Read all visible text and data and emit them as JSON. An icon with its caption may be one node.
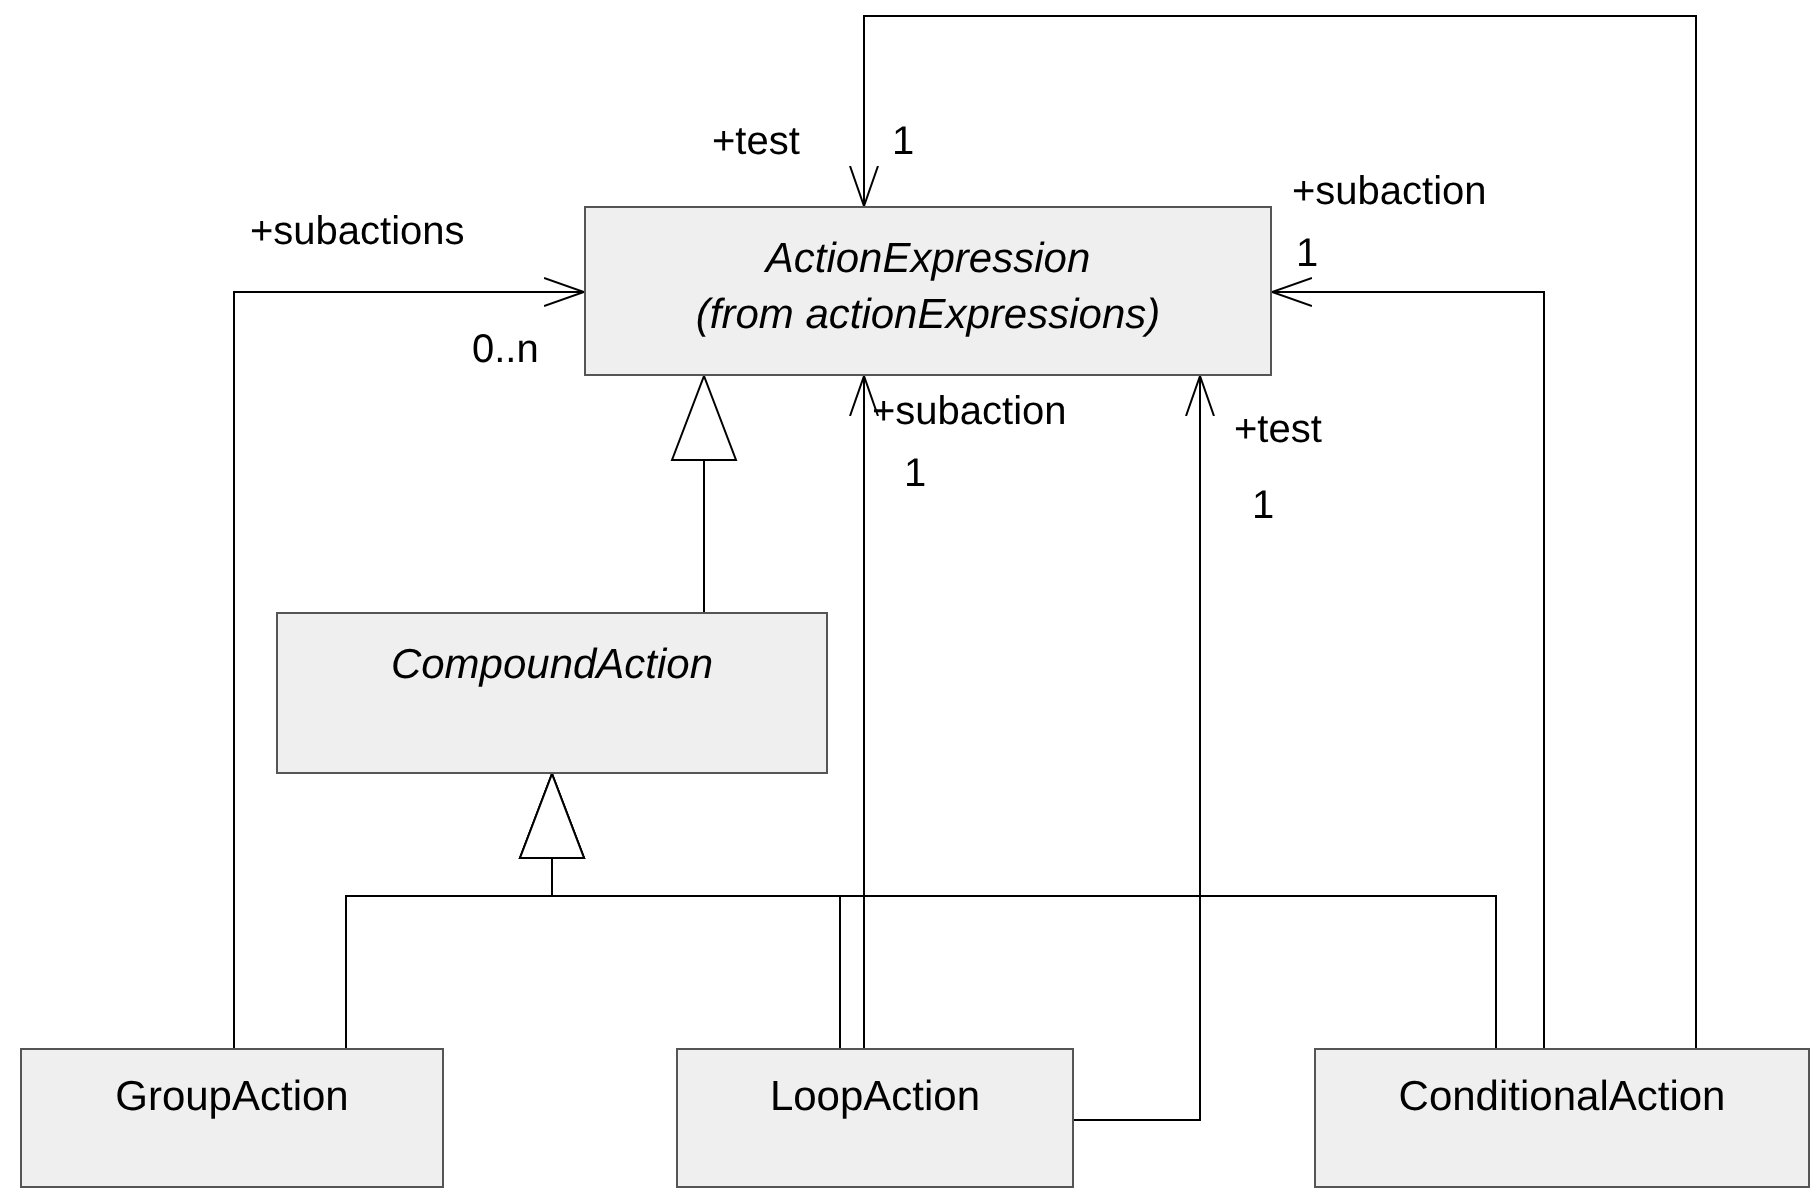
{
  "diagram": {
    "nodes": [
      {
        "text": [
          "ActionExpression",
          "(from actionExpressions)"
        ]
      },
      {
        "text": [
          "CompoundAction"
        ]
      },
      {
        "text": [
          "GroupAction"
        ]
      },
      {
        "text": [
          "LoopAction"
        ]
      },
      {
        "text": [
          "ConditionalAction"
        ]
      }
    ],
    "edges": [
      {
        "from": 1,
        "to": 0,
        "arrow": "to"
      },
      {
        "from": 2,
        "to": 1,
        "arrow": "to"
      },
      {
        "from": 3,
        "to": 1,
        "arrow": "to"
      },
      {
        "from": 4,
        "to": 1,
        "arrow": "to"
      },
      {
        "from": 2,
        "to": 0,
        "arrow": "to",
        "label": "+subactions"
      },
      {
        "from": 3,
        "to": 0,
        "arrow": "to",
        "label": "+subaction"
      },
      {
        "from": 3,
        "to": 0,
        "arrow": "to",
        "label": "+test"
      },
      {
        "from": 4,
        "to": 0,
        "arrow": "to",
        "label": "+subaction"
      },
      {
        "from": 4,
        "to": 0,
        "arrow": "to",
        "label": "+test"
      }
    ],
    "labels": [
      "1",
      "1",
      "0..n",
      "1",
      "1"
    ]
  }
}
